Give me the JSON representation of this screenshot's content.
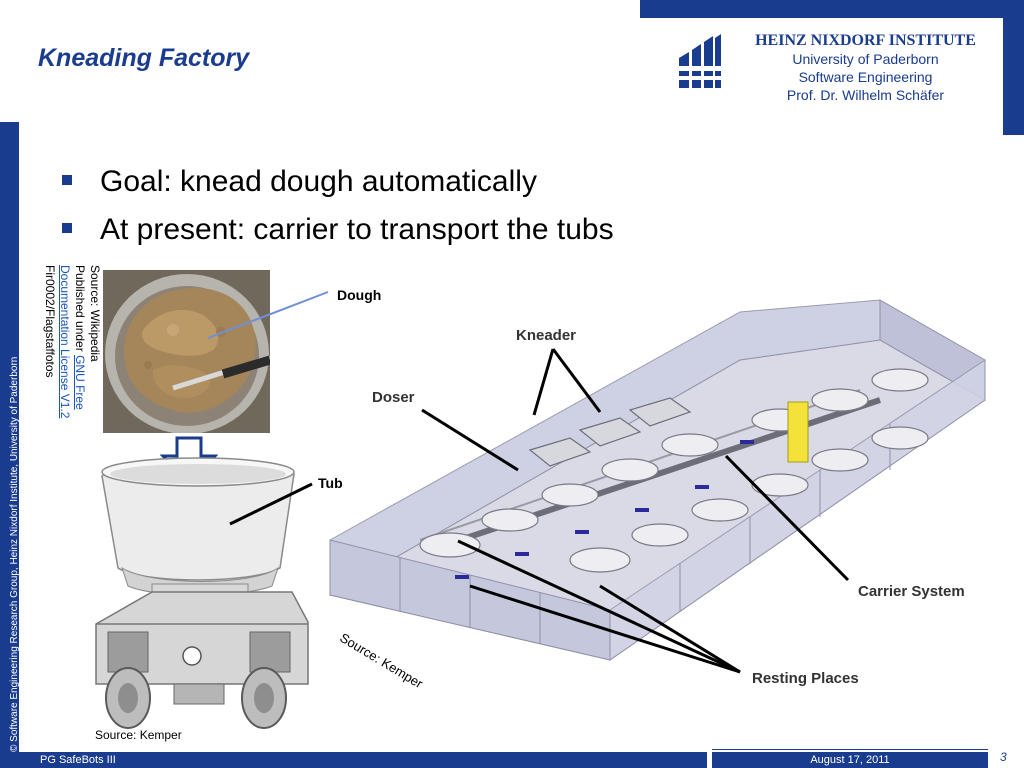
{
  "slide": {
    "title": "Kneading Factory",
    "bullets": [
      "Goal: knead dough automatically",
      "At present: carrier to transport the tubs"
    ]
  },
  "institute": {
    "name": "HEINZ NIXDORF INSTITUTE",
    "lines": [
      "University of Paderborn",
      "Software Engineering",
      "Prof. Dr. Wilhelm Schäfer"
    ]
  },
  "side_text": "© Software Engineering Research Group, Heinz Nixdorf Institute, University of Paderborn",
  "attribution": {
    "source": "Source: Wikipedia",
    "published_prefix": "Published under ",
    "license_part1": "GNU Free",
    "license_part2": "Documentation License V1.2",
    "author": "Fir0002/Flagstaffotos"
  },
  "labels": {
    "dough": "Dough",
    "tub": "Tub",
    "kneader": "Kneader",
    "doser": "Doser",
    "carrier_system": "Carrier System",
    "resting_places": "Resting Places"
  },
  "sources": {
    "tub_source": "Source: Kemper",
    "factory_source": "Source: Kemper"
  },
  "footer": {
    "left": "PG SafeBots III",
    "date": "August 17, 2011",
    "page": "3"
  },
  "colors": {
    "brand_blue": "#1a3c8f",
    "link_blue": "#1a55c0"
  }
}
